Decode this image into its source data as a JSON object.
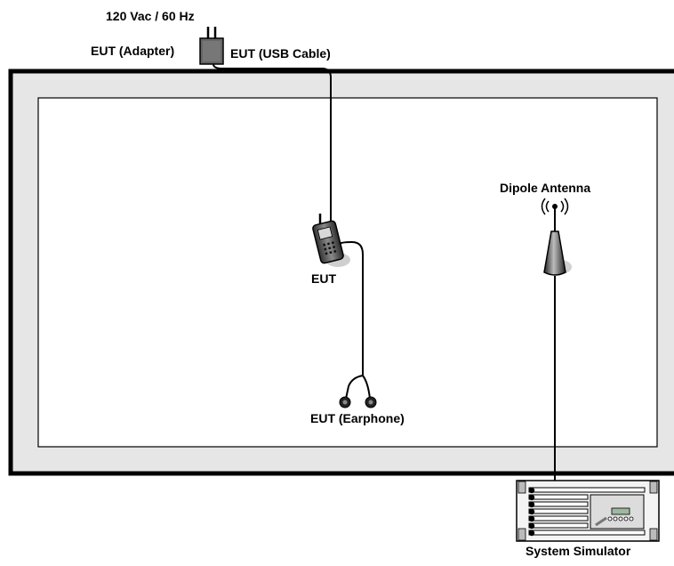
{
  "labels": {
    "power": "120 Vac / 60 Hz",
    "adapter": "EUT (Adapter)",
    "usb_cable": "EUT (USB Cable)",
    "dipole": "Dipole Antenna",
    "eut": "EUT",
    "earphone": "EUT (Earphone)",
    "simulator": "System Simulator"
  },
  "colors": {
    "chamber_fill": "#e6e6e6",
    "line": "#000000",
    "device": "#555555"
  }
}
